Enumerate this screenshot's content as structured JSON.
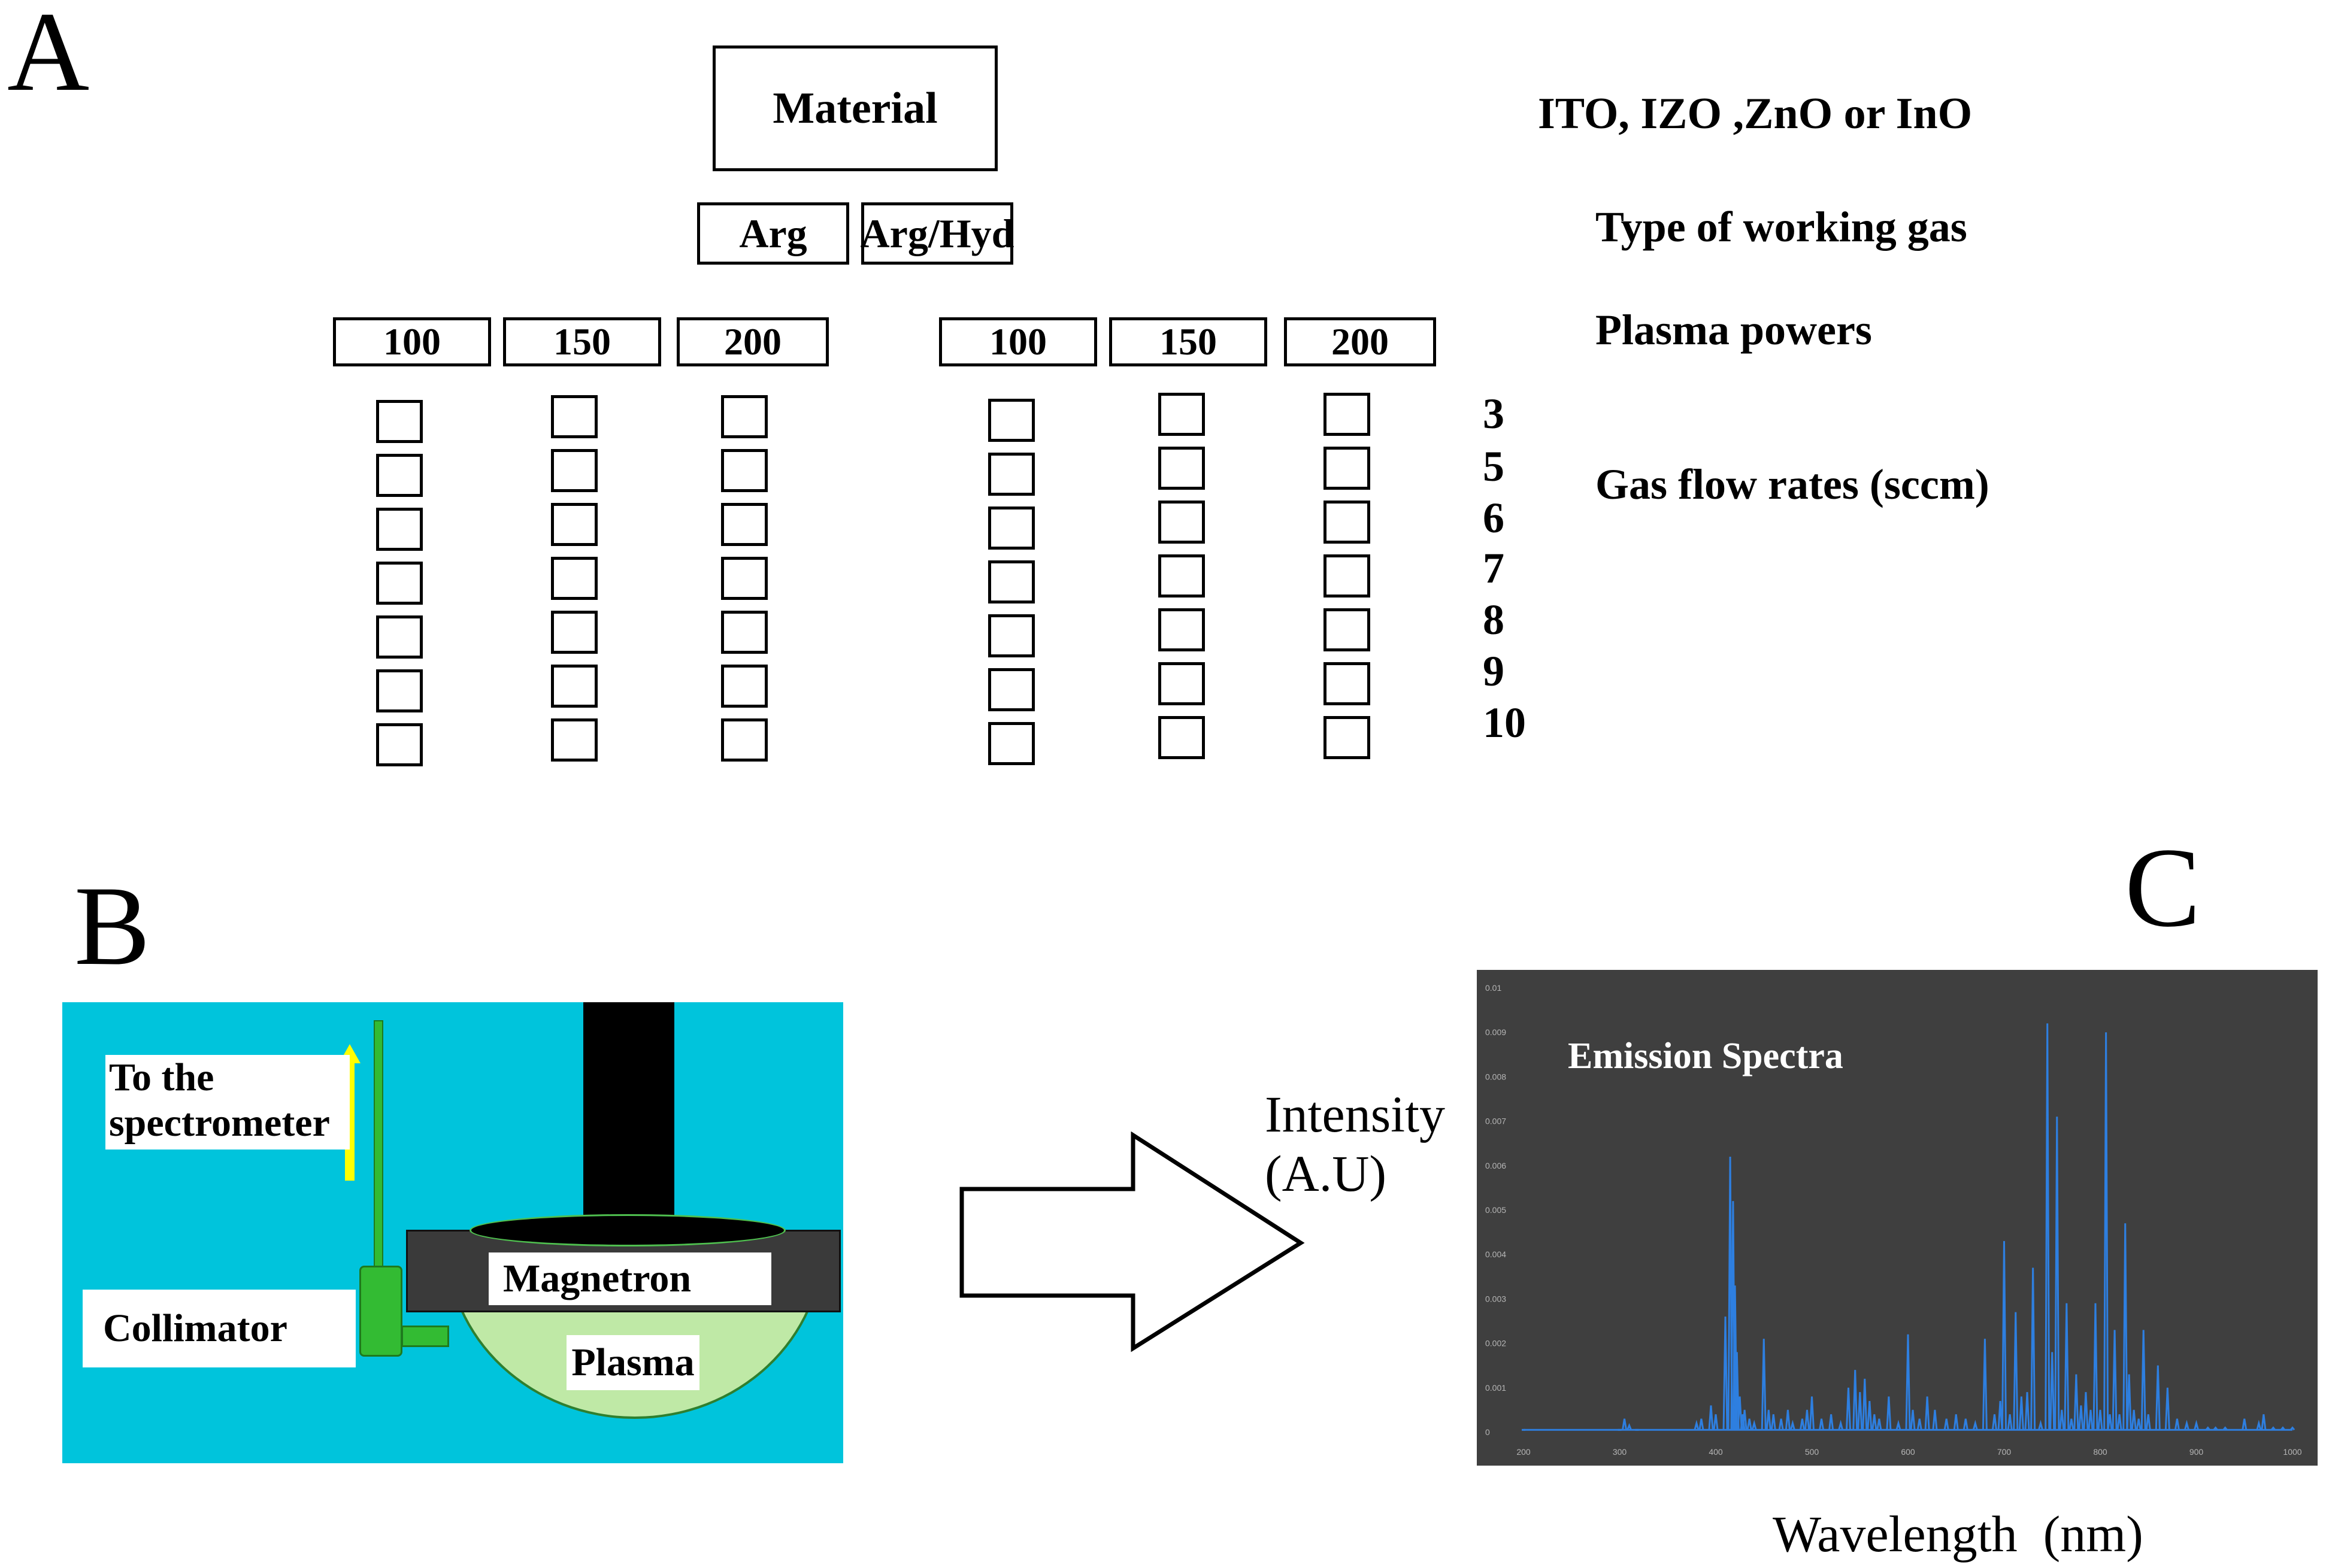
{
  "panel_a": {
    "letter": "A",
    "material_label": "Material",
    "material_options": "ITO, IZO ,ZnO or InO",
    "gases": [
      "Arg",
      "Arg/Hyd"
    ],
    "gas_title": "Type of working gas",
    "powers": [
      "100",
      "150",
      "200",
      "100",
      "150",
      "200"
    ],
    "power_title": "Plasma powers",
    "flow_rates": [
      "3",
      "5",
      "6",
      "7",
      "8",
      "9",
      "10"
    ],
    "flow_title": "Gas flow rates (sccm)"
  },
  "panel_b": {
    "letter": "B",
    "spectrometer_label": "To the spectrometer",
    "collimator_label": "Collimator",
    "magnetron_label": "Magnetron",
    "plasma_label": "Plasma",
    "colors": {
      "background": "#00c4dc",
      "plasma": "#bfe9a6",
      "collimator": "#33bb33",
      "arrow": "#ffff00",
      "magnetron": "#3a3a3a"
    }
  },
  "panel_c": {
    "letter": "C",
    "ylabel": "Intensity (A.U)",
    "xlabel": "Wavelength  (nm)"
  },
  "chart_data": {
    "type": "line",
    "title": "Emission Spectra",
    "xlabel": "Wavelength  (nm)",
    "ylabel": "Intensity (A.U)",
    "xlim": [
      200,
      1000
    ],
    "ylim": [
      0,
      0.01
    ],
    "x_ticks": [
      "200",
      "300",
      "400",
      "500",
      "600",
      "700",
      "800",
      "900",
      "1000"
    ],
    "y_ticks": [
      "0",
      "0.001",
      "0.002",
      "0.003",
      "0.004",
      "0.005",
      "0.006",
      "0.007",
      "0.008",
      "0.009",
      "0.01"
    ],
    "grid": false,
    "background": "#3f3f3f",
    "line_color": "#2e7fe0",
    "series": [
      {
        "x": [
          200,
          300,
          305,
          310,
          318,
          380,
          385,
          395,
          400,
          410,
          415,
          418,
          420,
          422,
          425,
          428,
          430,
          435,
          440,
          450,
          455,
          460,
          468,
          475,
          480,
          490,
          495,
          500,
          510,
          520,
          530,
          538,
          545,
          550,
          555,
          560,
          565,
          570,
          580,
          590,
          600,
          605,
          612,
          620,
          628,
          640,
          650,
          660,
          670,
          680,
          690,
          696,
          700,
          706,
          712,
          718,
          724,
          730,
          738,
          745,
          750,
          755,
          760,
          765,
          770,
          775,
          780,
          785,
          790,
          795,
          800,
          806,
          810,
          815,
          820,
          826,
          830,
          835,
          840,
          845,
          850,
          860,
          870,
          880,
          890,
          900,
          912,
          920,
          930,
          950,
          965,
          970,
          980,
          990,
          1000
        ],
        "y": [
          5e-05,
          5e-05,
          0.0003,
          0.00015,
          5e-05,
          0.0002,
          0.0003,
          0.0006,
          0.0004,
          0.0026,
          0.0062,
          0.0052,
          0.0033,
          0.0018,
          0.0008,
          0.0004,
          0.0005,
          0.0003,
          0.0002,
          0.0021,
          0.0005,
          0.0004,
          0.0003,
          0.0005,
          0.0002,
          0.0003,
          0.0005,
          0.0008,
          0.0003,
          0.0004,
          0.0002,
          0.001,
          0.0014,
          0.0009,
          0.0012,
          0.0007,
          0.0004,
          0.0003,
          0.0008,
          0.0002,
          0.0022,
          0.0005,
          0.0003,
          0.0008,
          0.0005,
          0.0003,
          0.0004,
          0.0003,
          0.0002,
          0.0021,
          0.0004,
          0.0007,
          0.0043,
          0.0004,
          0.0027,
          0.0008,
          0.0009,
          0.0037,
          0.0002,
          0.0092,
          0.0018,
          0.0071,
          0.0005,
          0.0029,
          0.0003,
          0.0013,
          0.0006,
          0.0009,
          0.0005,
          0.0029,
          0.0005,
          0.009,
          0.0004,
          0.0023,
          0.0004,
          0.0047,
          0.0013,
          0.0005,
          0.0003,
          0.0023,
          0.0004,
          0.0015,
          0.001,
          0.0003,
          0.0002,
          0.0002,
          0.0001,
          0.0001,
          0.0001,
          0.0003,
          0.0002,
          0.0004,
          0.0001,
          0.0001,
          0.0001
        ]
      }
    ]
  }
}
